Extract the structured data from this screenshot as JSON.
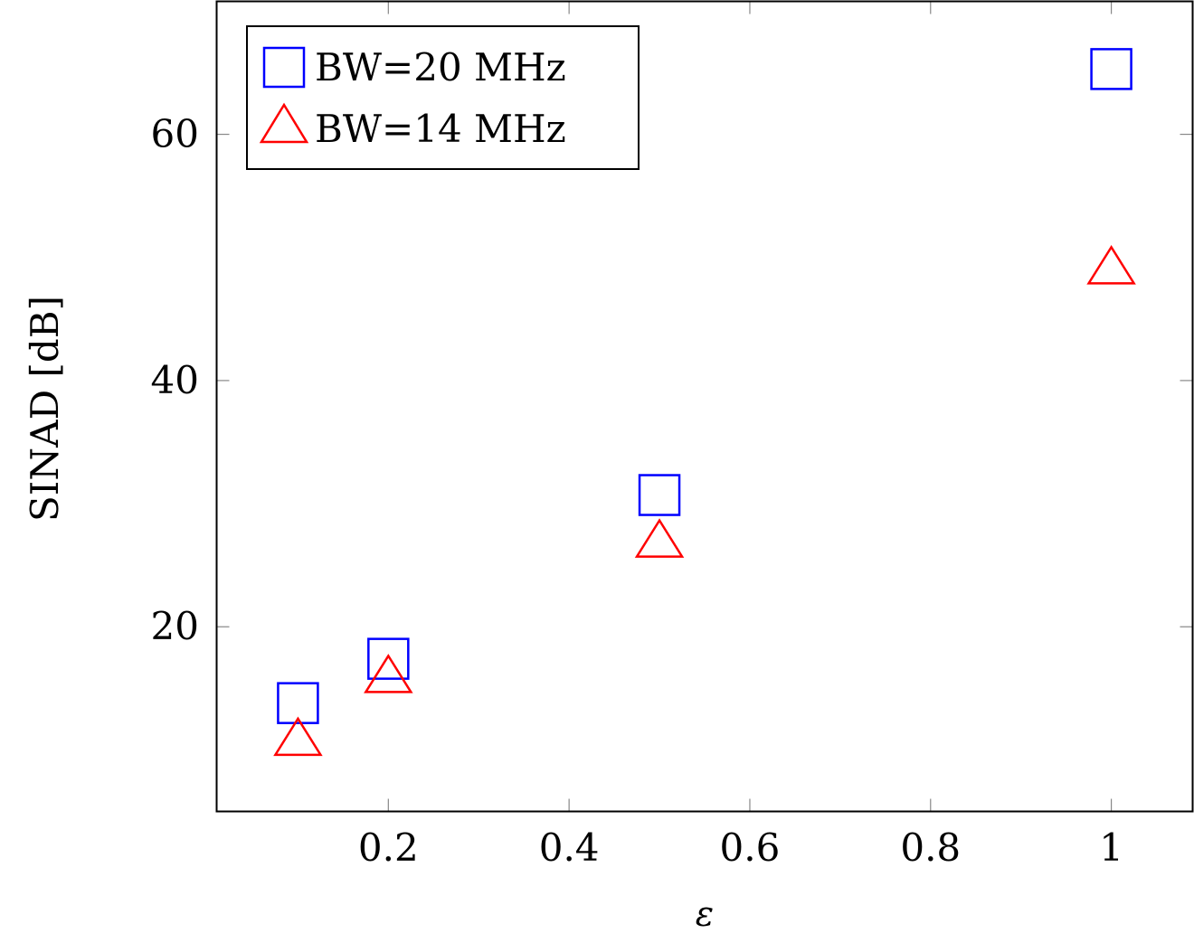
{
  "chart_data": {
    "type": "scatter",
    "title": "",
    "xlabel": "ε",
    "ylabel": "SINAD [dB]",
    "xlim": [
      0.01,
      1.09
    ],
    "ylim": [
      5,
      70.8
    ],
    "xticks": [
      0.2,
      0.4,
      0.6,
      0.8,
      1
    ],
    "xtick_labels": [
      "0.2",
      "0.4",
      "0.6",
      "0.8",
      "1"
    ],
    "yticks": [
      20,
      40,
      60
    ],
    "ytick_labels": [
      "20",
      "40",
      "60"
    ],
    "grid": false,
    "legend_position": "top-left",
    "series": [
      {
        "name": "BW=20 MHz",
        "marker": "square",
        "color": "#0000ff",
        "x": [
          0.1,
          0.2,
          0.5,
          1
        ],
        "y": [
          13.8,
          17.4,
          30.7,
          65.3
        ]
      },
      {
        "name": "BW=14 MHz",
        "marker": "triangle",
        "color": "#ff0000",
        "x": [
          0.1,
          0.2,
          0.5,
          1
        ],
        "y": [
          10.7,
          15.8,
          26.8,
          49.0
        ]
      }
    ]
  }
}
